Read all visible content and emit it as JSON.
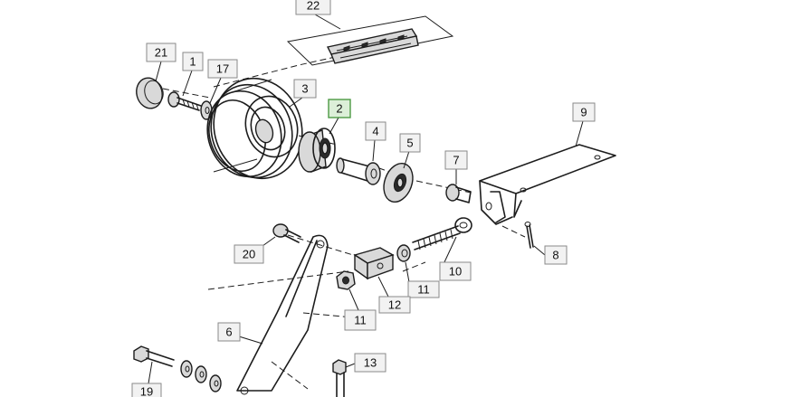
{
  "diagram": {
    "callouts": [
      {
        "id": "c22",
        "label": "22"
      },
      {
        "id": "c21",
        "label": "21"
      },
      {
        "id": "c1",
        "label": "1"
      },
      {
        "id": "c17",
        "label": "17"
      },
      {
        "id": "c3",
        "label": "3"
      },
      {
        "id": "c2",
        "label": "2",
        "highlighted": true
      },
      {
        "id": "c4",
        "label": "4"
      },
      {
        "id": "c5",
        "label": "5"
      },
      {
        "id": "c9",
        "label": "9"
      },
      {
        "id": "c7",
        "label": "7"
      },
      {
        "id": "c8",
        "label": "8"
      },
      {
        "id": "c20",
        "label": "20"
      },
      {
        "id": "c10",
        "label": "10"
      },
      {
        "id": "c11a",
        "label": "11"
      },
      {
        "id": "c11b",
        "label": "11"
      },
      {
        "id": "c12",
        "label": "12"
      },
      {
        "id": "c6",
        "label": "6"
      },
      {
        "id": "c13",
        "label": "13"
      },
      {
        "id": "c19",
        "label": "19"
      }
    ],
    "highlight_color": "#dcefd8"
  }
}
